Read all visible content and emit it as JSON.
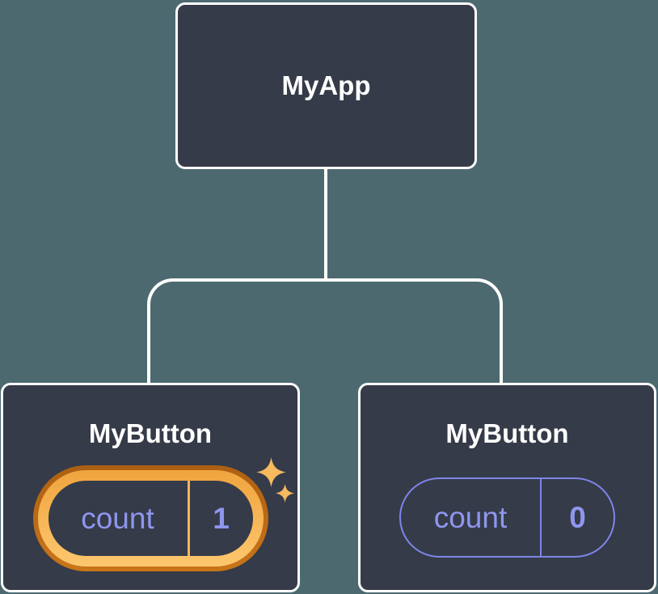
{
  "tree": {
    "root": {
      "label": "MyApp"
    },
    "children": [
      {
        "label": "MyButton",
        "state": {
          "name": "count",
          "value": "1"
        },
        "highlighted": true
      },
      {
        "label": "MyButton",
        "state": {
          "name": "count",
          "value": "0"
        },
        "highlighted": false
      }
    ]
  },
  "icons": {
    "sparkle_large": "sparkle-icon",
    "sparkle_small": "sparkle-icon"
  },
  "colors": {
    "background": "#4d6970",
    "node_fill": "#353b48",
    "node_border": "#ffffff",
    "node_label_text": "#ffffff",
    "state_text": "#8f96ee",
    "state_outline": "#7e85e9",
    "highlight_ring_outer_top": "#ad5f12",
    "highlight_ring_outer_bottom": "#c97518",
    "highlight_ring_inner_top": "#f0a43e",
    "highlight_ring_inner_bottom": "#fdc76e",
    "highlight_divider": "#f7b55c",
    "sparkle": "#f6ba5f"
  }
}
